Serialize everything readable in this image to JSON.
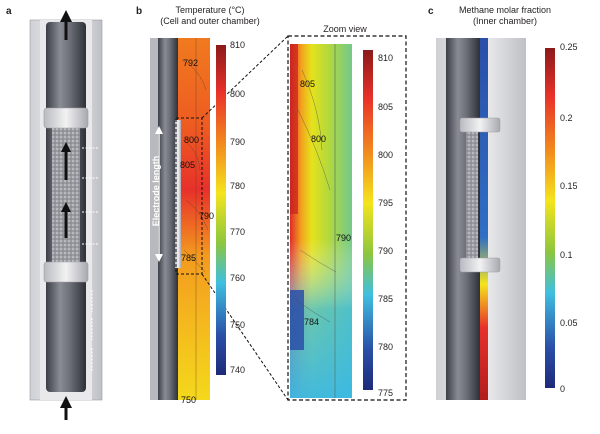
{
  "figure": {
    "panel_a": {
      "letter": "a"
    },
    "panel_b": {
      "letter": "b",
      "caption_line1": "Temperature (°C)",
      "caption_line2": "(Cell and outer chamber)",
      "electrode_label": "Electrode length",
      "zoom_label": "Zoom view",
      "contour_labels": [
        "792",
        "800",
        "805",
        "790",
        "785",
        "750"
      ],
      "colorbar_ticks": [
        "810",
        "800",
        "790",
        "780",
        "770",
        "760",
        "750",
        "740"
      ],
      "zoom_contour_labels": [
        "805",
        "800",
        "790",
        "784"
      ],
      "zoom_colorbar_ticks": [
        "810",
        "805",
        "800",
        "795",
        "790",
        "785",
        "780",
        "775"
      ]
    },
    "panel_c": {
      "letter": "c",
      "caption_line1": "Methane molar fraction",
      "caption_line2": "(Inner chamber)",
      "colorbar_ticks": [
        "0.25",
        "0.2",
        "0.15",
        "0.1",
        "0.05",
        "0"
      ]
    },
    "colors": {
      "jet_top": "#8b1a1a",
      "jet_red": "#e8302a",
      "jet_orange": "#f28a1e",
      "jet_yellow": "#f4e41c",
      "jet_green": "#8cc63e",
      "jet_cyan": "#3fbfe0",
      "jet_blue": "#2a4fa8",
      "jet_bottom": "#1e2a78",
      "tube_gray": "#6d6f78",
      "tube_dark": "#3c3e46"
    }
  }
}
